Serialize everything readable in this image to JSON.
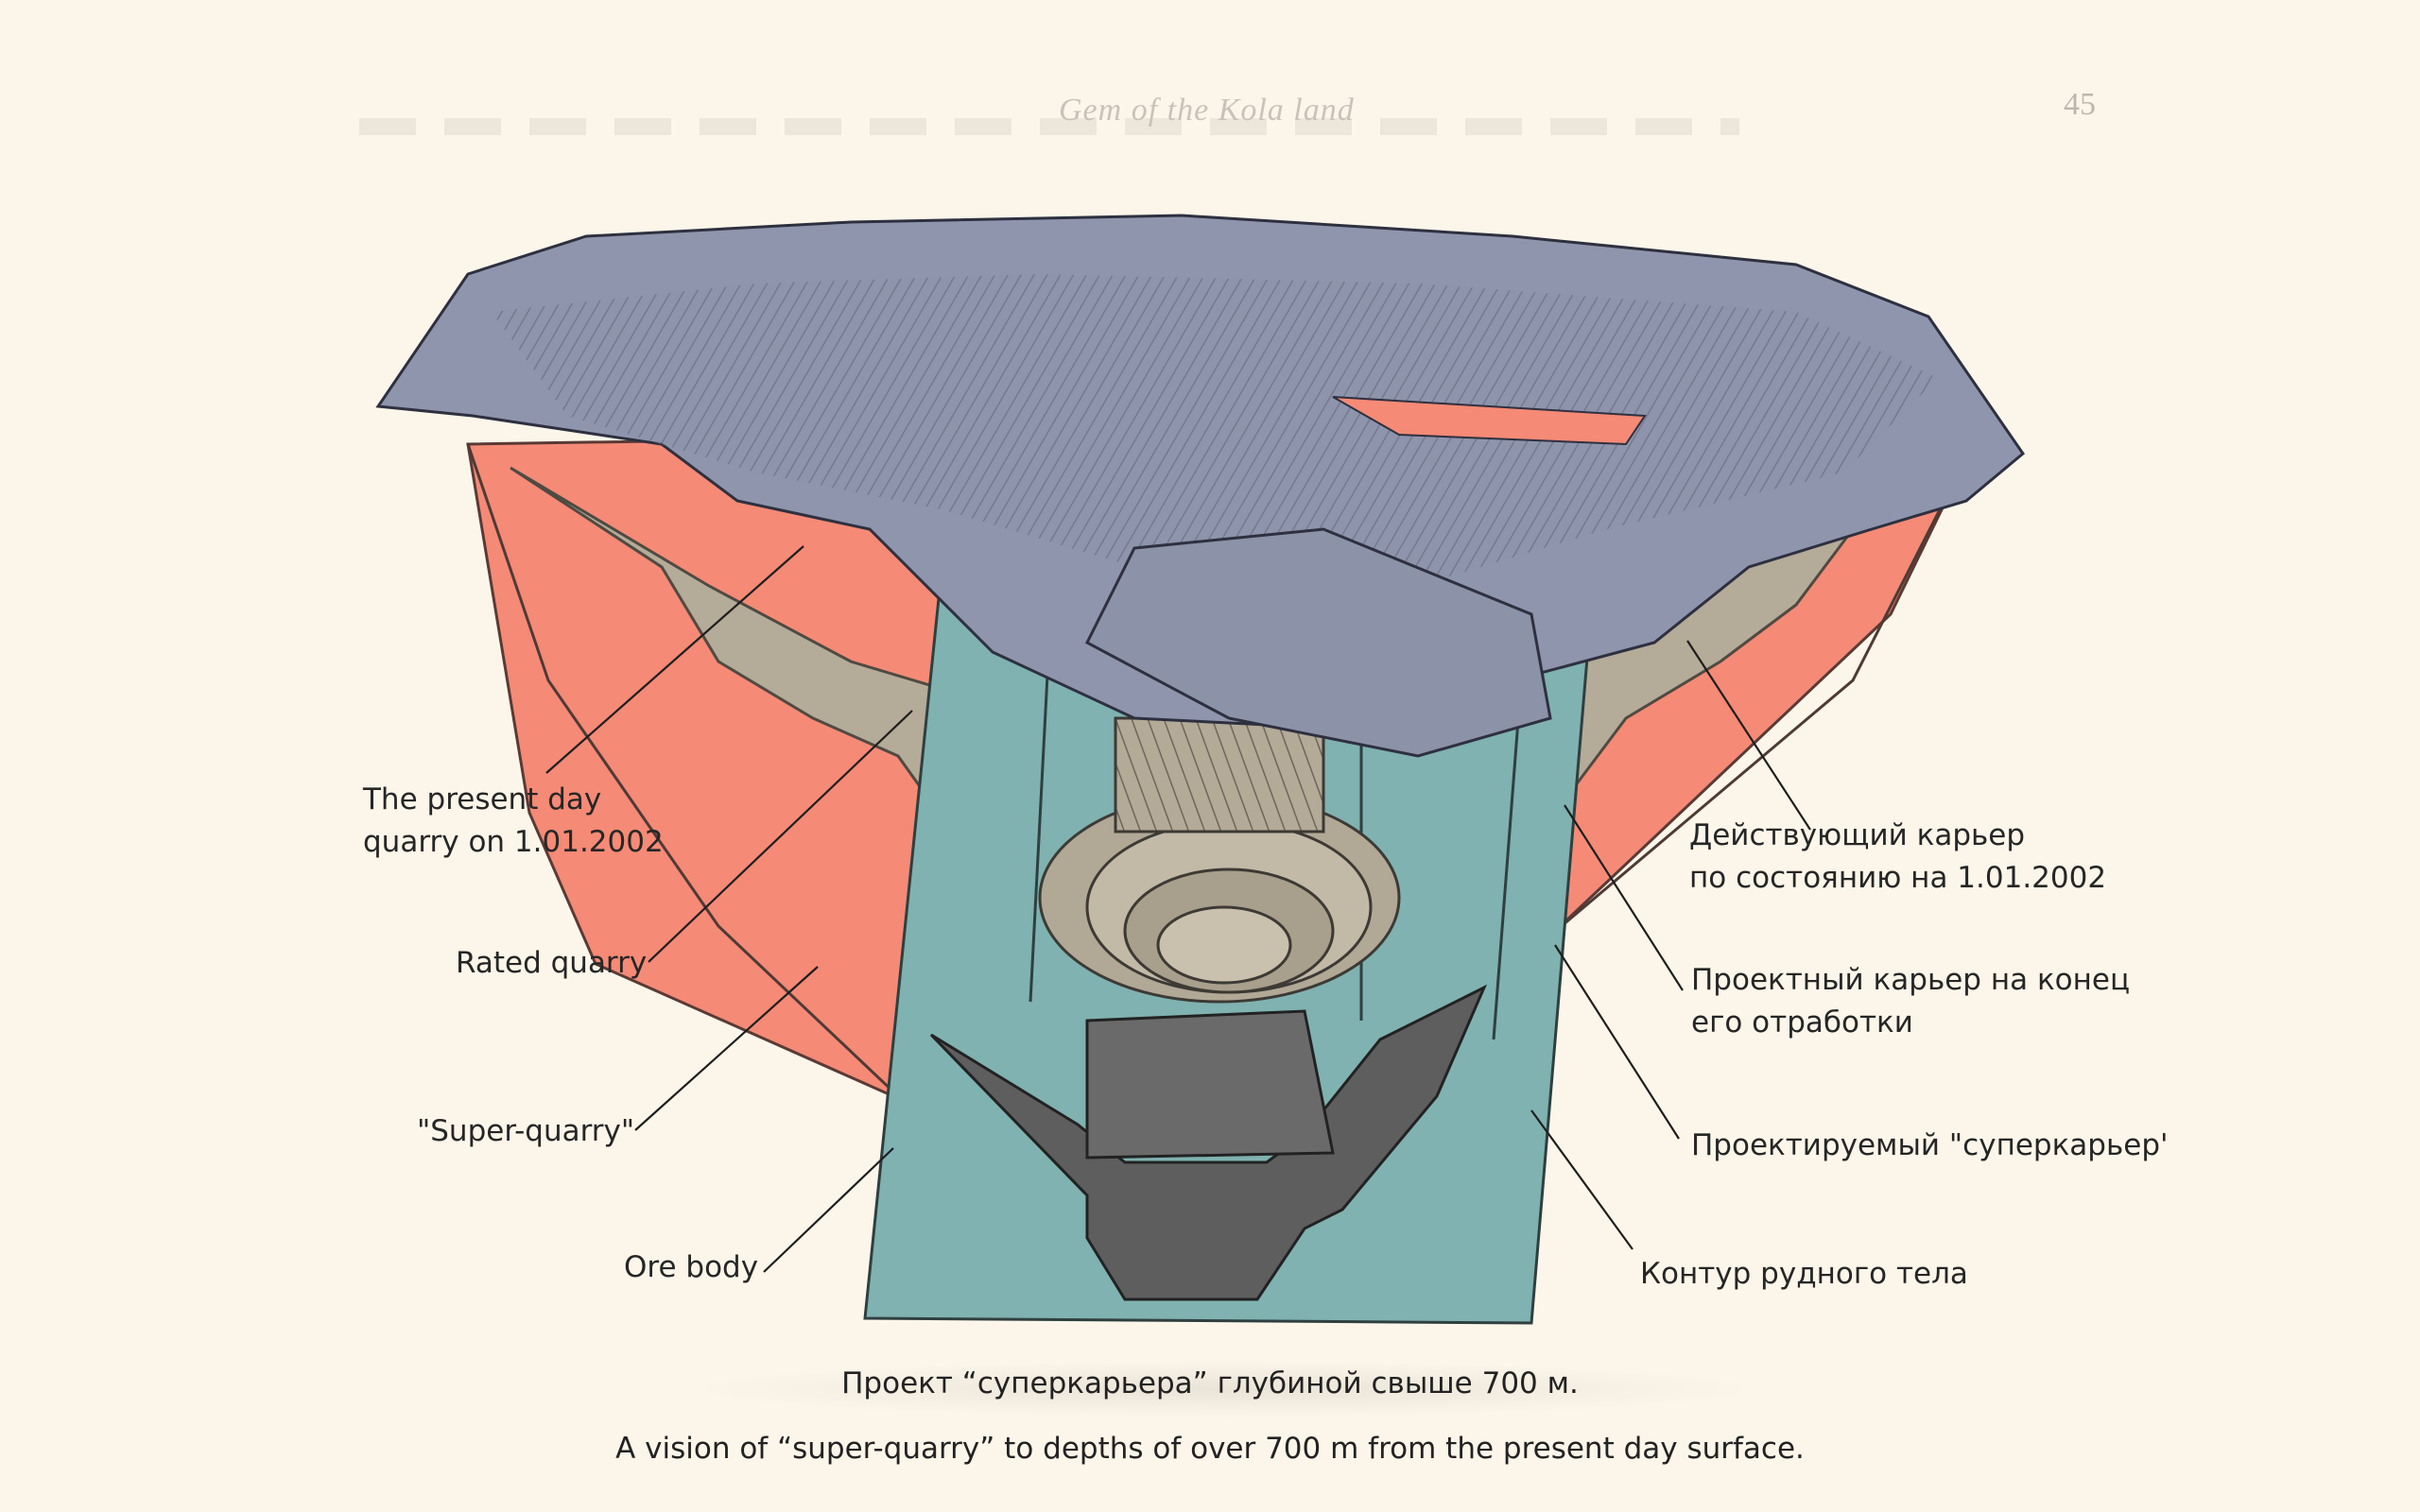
{
  "header": {
    "running_head": "Gem of the Kola land",
    "page_number": "45"
  },
  "labels_left": [
    {
      "lines": [
        "The present day",
        "quarry on 1.01.2002"
      ]
    },
    {
      "lines": [
        "Rated quarry"
      ]
    },
    {
      "lines": [
        "\"Super-quarry\""
      ]
    },
    {
      "lines": [
        "Ore body"
      ]
    }
  ],
  "labels_right": [
    {
      "lines": [
        "Действующий карьер",
        "по состоянию на 1.01.2002"
      ]
    },
    {
      "lines": [
        "Проектный карьер на конец",
        "его отработки"
      ]
    },
    {
      "lines": [
        "Проектируемый \"суперкарьер'"
      ]
    },
    {
      "lines": [
        "Контур рудного тела"
      ]
    }
  ],
  "caption": {
    "russian": "Проект “суперкарьера” глубиной свыше 700 м.",
    "english": "A vision of “super-quarry” to depths of over 700 m from the present day surface."
  },
  "colors": {
    "background": "#fcf6ea",
    "super_quarry": "#f58a76",
    "ore_body": "#7fb2b0",
    "present_quarry": "#8f95ac",
    "rated_quarry": "#a89f8e",
    "ore_pit_dark": "#5e5e5e"
  }
}
